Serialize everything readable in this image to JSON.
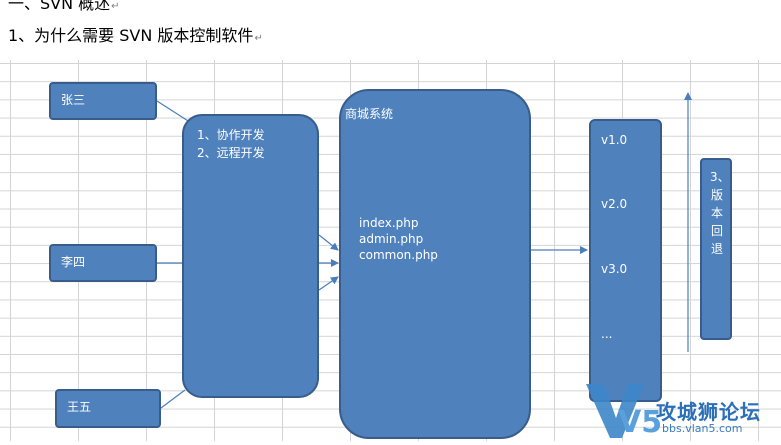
{
  "headings": {
    "section": "一、SVN 概述",
    "subsection": "1、为什么需要 SVN 版本控制软件",
    "para_mark": "↵"
  },
  "diagram": {
    "people": [
      "张三",
      "李四",
      "王五"
    ],
    "modes": [
      "1、协作开发",
      "2、远程开发"
    ],
    "system": {
      "title": "商城系统",
      "files": [
        "index.php",
        "admin.php",
        "common.php"
      ]
    },
    "versions": [
      "v1.0",
      "v2.0",
      "v3.0",
      "..."
    ],
    "rollback": [
      "3、",
      "版",
      "本",
      "回",
      "退"
    ]
  },
  "watermark": {
    "title": "攻城狮论坛",
    "url": "bbs.vlan5.com",
    "logo_text": "V5"
  },
  "colors": {
    "box_fill": "#4f81bd",
    "box_border": "#385d8a",
    "arrow": "#4a7ebb",
    "grid": "#d4d4d4"
  }
}
